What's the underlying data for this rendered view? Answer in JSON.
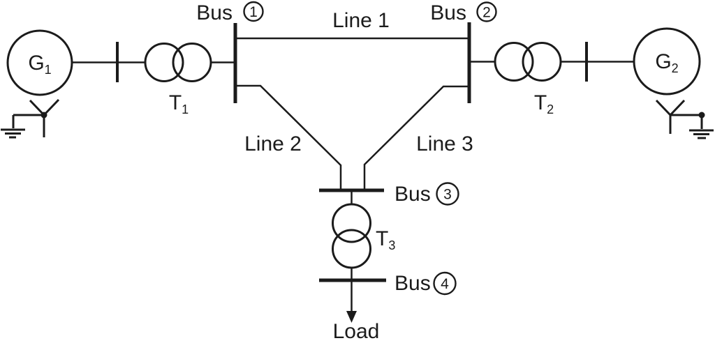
{
  "colors": {
    "ink": "#1b1b1b",
    "background": "#ffffff"
  },
  "diagram": {
    "kind": "power-system-single-line-diagram",
    "generators": [
      {
        "label": "G",
        "subscript": "1"
      },
      {
        "label": "G",
        "subscript": "2"
      }
    ],
    "transformers": [
      {
        "label": "T",
        "subscript": "1"
      },
      {
        "label": "T",
        "subscript": "2"
      },
      {
        "label": "T",
        "subscript": "3"
      }
    ],
    "buses": [
      {
        "word": "Bus",
        "number": "1"
      },
      {
        "word": "Bus",
        "number": "2"
      },
      {
        "word": "Bus",
        "number": "3"
      },
      {
        "word": "Bus",
        "number": "4"
      }
    ],
    "lines": [
      {
        "label": "Line 1"
      },
      {
        "label": "Line 2"
      },
      {
        "label": "Line 3"
      }
    ],
    "load": {
      "label": "Load"
    }
  }
}
